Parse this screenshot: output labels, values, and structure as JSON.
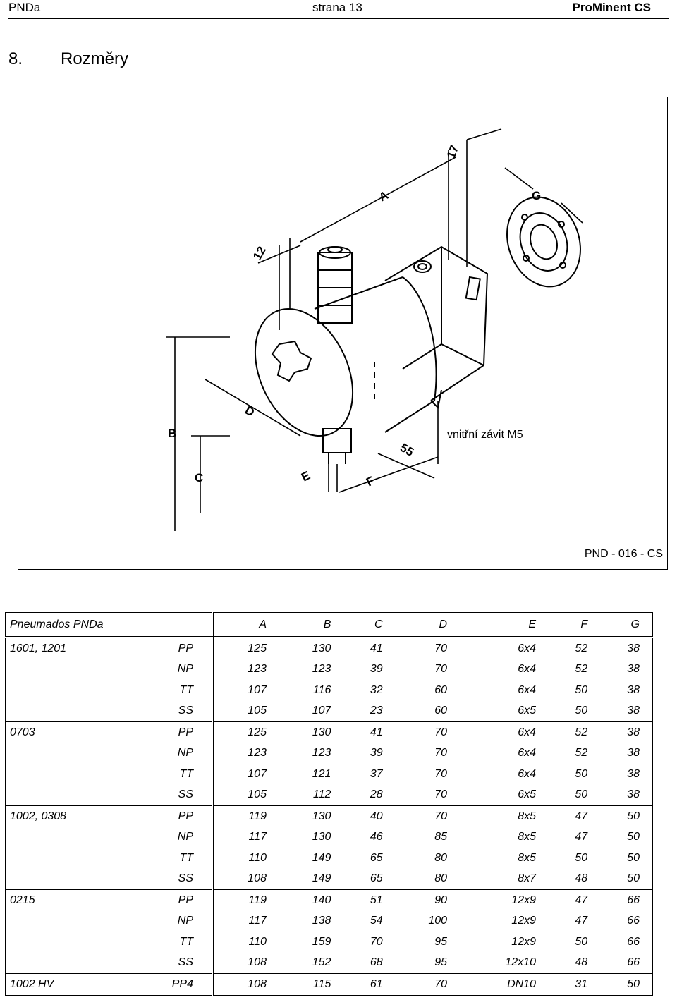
{
  "header": {
    "left": "PNDa",
    "center": "strana 13",
    "right": "ProMinent CS"
  },
  "section": {
    "number": "8.",
    "title": "Rozměry"
  },
  "figure": {
    "dimension_labels": [
      "A",
      "B",
      "C",
      "D",
      "E",
      "F",
      "G",
      "12",
      "17",
      "55"
    ],
    "thread_label": "vnitřní závit M5",
    "model_label": "PND - 016 - CS"
  },
  "table": {
    "header": [
      "Pneumados PNDa",
      "",
      "A",
      "B",
      "C",
      "D",
      "E",
      "F",
      "G"
    ],
    "rows": [
      [
        "1601, 1201",
        "PP",
        "125",
        "130",
        "41",
        "70",
        "6x4",
        "52",
        "38"
      ],
      [
        "",
        "NP",
        "123",
        "123",
        "39",
        "70",
        "6x4",
        "52",
        "38"
      ],
      [
        "",
        "TT",
        "107",
        "116",
        "32",
        "60",
        "6x4",
        "50",
        "38"
      ],
      [
        "",
        "SS",
        "105",
        "107",
        "23",
        "60",
        "6x5",
        "50",
        "38"
      ],
      [
        "0703",
        "PP",
        "125",
        "130",
        "41",
        "70",
        "6x4",
        "52",
        "38"
      ],
      [
        "",
        "NP",
        "123",
        "123",
        "39",
        "70",
        "6x4",
        "52",
        "38"
      ],
      [
        "",
        "TT",
        "107",
        "121",
        "37",
        "70",
        "6x4",
        "50",
        "38"
      ],
      [
        "",
        "SS",
        "105",
        "112",
        "28",
        "70",
        "6x5",
        "50",
        "38"
      ],
      [
        "1002, 0308",
        "PP",
        "119",
        "130",
        "40",
        "70",
        "8x5",
        "47",
        "50"
      ],
      [
        "",
        "NP",
        "117",
        "130",
        "46",
        "85",
        "8x5",
        "47",
        "50"
      ],
      [
        "",
        "TT",
        "110",
        "149",
        "65",
        "80",
        "8x5",
        "50",
        "50"
      ],
      [
        "",
        "SS",
        "108",
        "149",
        "65",
        "80",
        "8x7",
        "48",
        "50"
      ],
      [
        "0215",
        "PP",
        "119",
        "140",
        "51",
        "90",
        "12x9",
        "47",
        "66"
      ],
      [
        "",
        "NP",
        "117",
        "138",
        "54",
        "100",
        "12x9",
        "47",
        "66"
      ],
      [
        "",
        "TT",
        "110",
        "159",
        "70",
        "95",
        "12x9",
        "50",
        "66"
      ],
      [
        "",
        "SS",
        "108",
        "152",
        "68",
        "95",
        "12x10",
        "48",
        "66"
      ],
      [
        "1002 HV",
        "PP4",
        "108",
        "115",
        "61",
        "70",
        "DN10",
        "31",
        "50"
      ]
    ]
  }
}
